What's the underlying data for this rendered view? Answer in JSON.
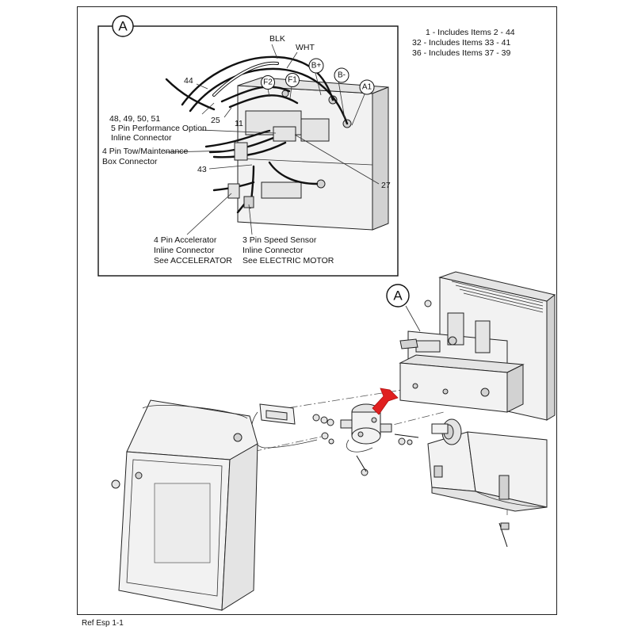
{
  "inset": {
    "callout": "A",
    "wire_labels": {
      "blk": "BLK",
      "wht": "WHT"
    },
    "terminals": [
      {
        "key": "bplus",
        "label": "B+"
      },
      {
        "key": "bminus",
        "label": "B-"
      },
      {
        "key": "a1",
        "label": "A1"
      },
      {
        "key": "f2",
        "label": "F2"
      },
      {
        "key": "f1",
        "label": "F1"
      }
    ],
    "item_numbers": {
      "n44": "44",
      "n25": "25",
      "n11": "11",
      "n43": "43",
      "n27": "27"
    },
    "labels": {
      "perf_line1": "48, 49, 50, 51",
      "perf_line2": "5 Pin Performance Option",
      "perf_line3": "Inline Connector",
      "tow_line1": "4 Pin Tow/Maintenance",
      "tow_line2": "Box Connector",
      "accel_line1": "4 Pin Accelerator",
      "accel_line2": "Inline Connector",
      "accel_line3": "See ACCELERATOR",
      "speed_line1": "3 Pin Speed Sensor",
      "speed_line2": "Inline Connector",
      "speed_line3": "See ELECTRIC MOTOR"
    }
  },
  "legend": [
    "1 - Includes Items 2 - 44",
    "32 - Includes Items 33 - 41",
    "36 - Includes Items 37 - 39"
  ],
  "main": {
    "callout": "A"
  },
  "footer": {
    "ref": "Ref Esp 1-1"
  },
  "colors": {
    "line": "#111111",
    "arrow": "#e02020",
    "paper": "#ffffff"
  }
}
